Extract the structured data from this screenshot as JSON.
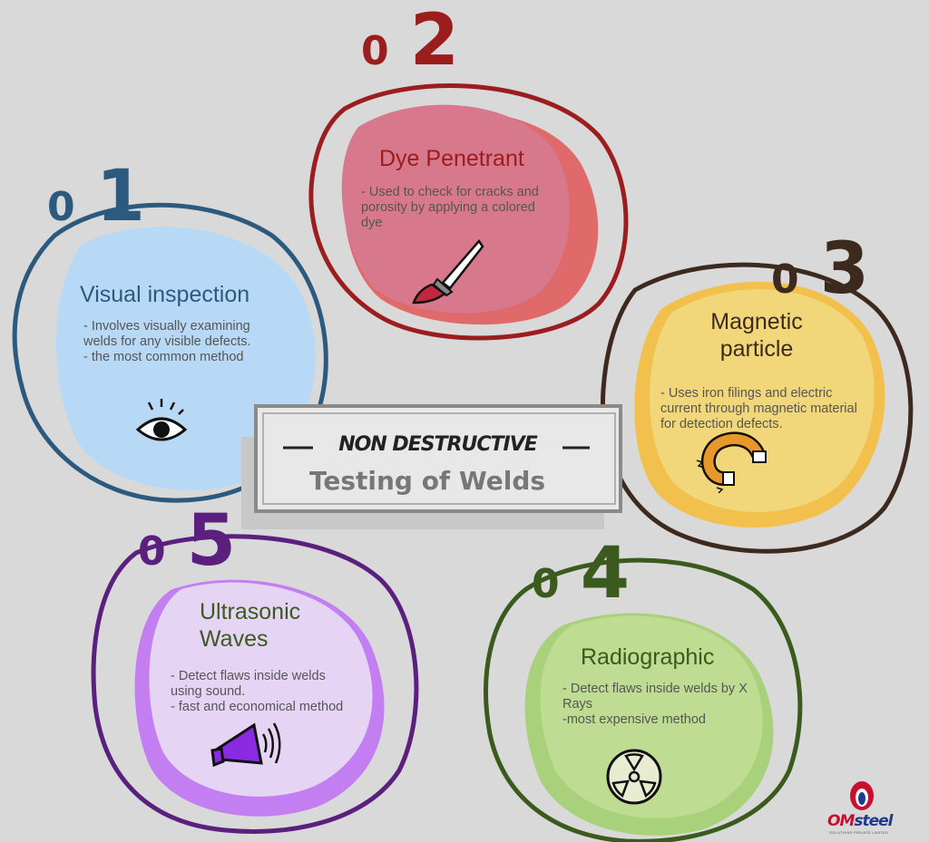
{
  "center": {
    "line1": "NON DESTRUCTIVE",
    "line2": "Testing of Welds"
  },
  "methods": [
    {
      "number": "01",
      "title": "Visual inspection",
      "desc": [
        "- Involves visually examining",
        "welds for any visible defects.",
        "- the most common method"
      ],
      "icon": "eye-icon",
      "color": "#2c5a7e",
      "fill": "#b8d9f5"
    },
    {
      "number": "02",
      "title": "Dye Penetrant",
      "desc": [
        " - Used to check for cracks and",
        "porosity by applying a colored",
        "dye"
      ],
      "icon": "paintbrush-icon",
      "color": "#9b1d1d",
      "fill": "#d8788c"
    },
    {
      "number": "03",
      "title": "Magnetic particle",
      "desc": [
        "- Uses iron filings and electric",
        "current through magnetic material",
        "for detection defects."
      ],
      "icon": "magnet-icon",
      "color": "#3d2a1e",
      "fill": "#f2d77a"
    },
    {
      "number": "04",
      "title": "Radiographic",
      "desc": [
        "-  Detect flaws inside welds by X",
        "Rays",
        "-most expensive method"
      ],
      "icon": "radiation-icon",
      "color": "#3b5a1e",
      "fill": "#bfdd92"
    },
    {
      "number": "05",
      "title": "Ultrasonic Waves",
      "desc": [
        "- Detect flaws inside welds",
        "using sound.",
        "- fast and economical method"
      ],
      "icon": "megaphone-icon",
      "color": "#5b1f7e",
      "fill": "#e6d4f5"
    }
  ],
  "logo": {
    "brand_om": "OM",
    "brand_steel": "steel",
    "tagline": "SOLUTIONS PRIVATE LIMITED"
  }
}
